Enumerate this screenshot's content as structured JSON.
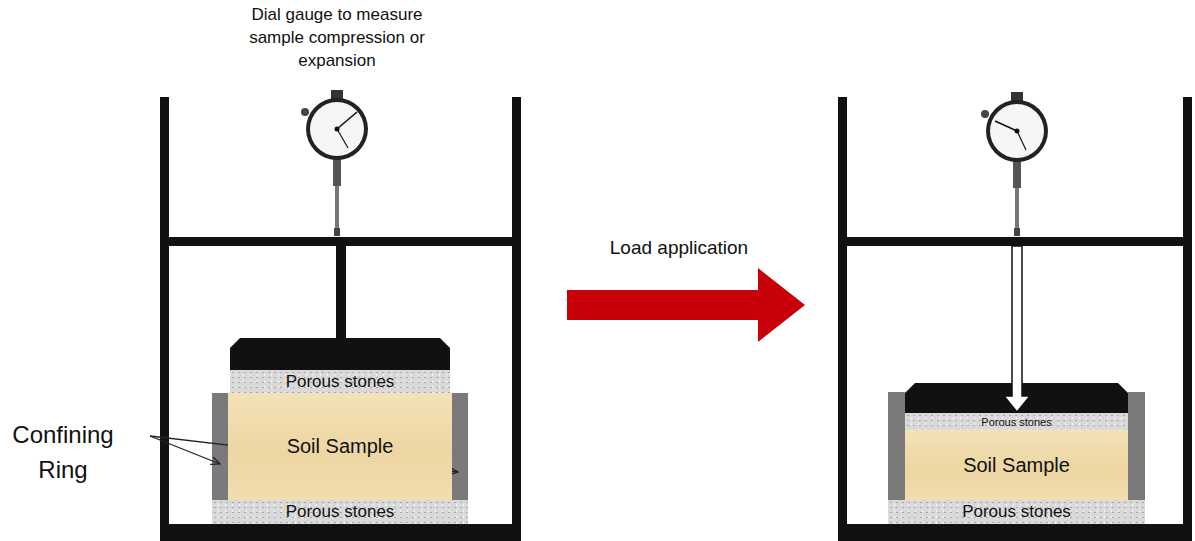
{
  "diagram": {
    "nodes": [
      {
        "text": [
          "Porous stones"
        ]
      },
      {
        "text": [
          "Soil Sample"
        ]
      },
      {
        "text": [
          "Porous stones"
        ]
      },
      {
        "text": [
          "Soil Sample"
        ]
      },
      {
        "text": [
          "Porous stones"
        ]
      },
      {
        "text": [
          "Porous stones"
        ]
      }
    ],
    "labels": [
      "Dial gauge to measure sample compression or expansion",
      "Load application",
      "Confining Ring"
    ]
  }
}
